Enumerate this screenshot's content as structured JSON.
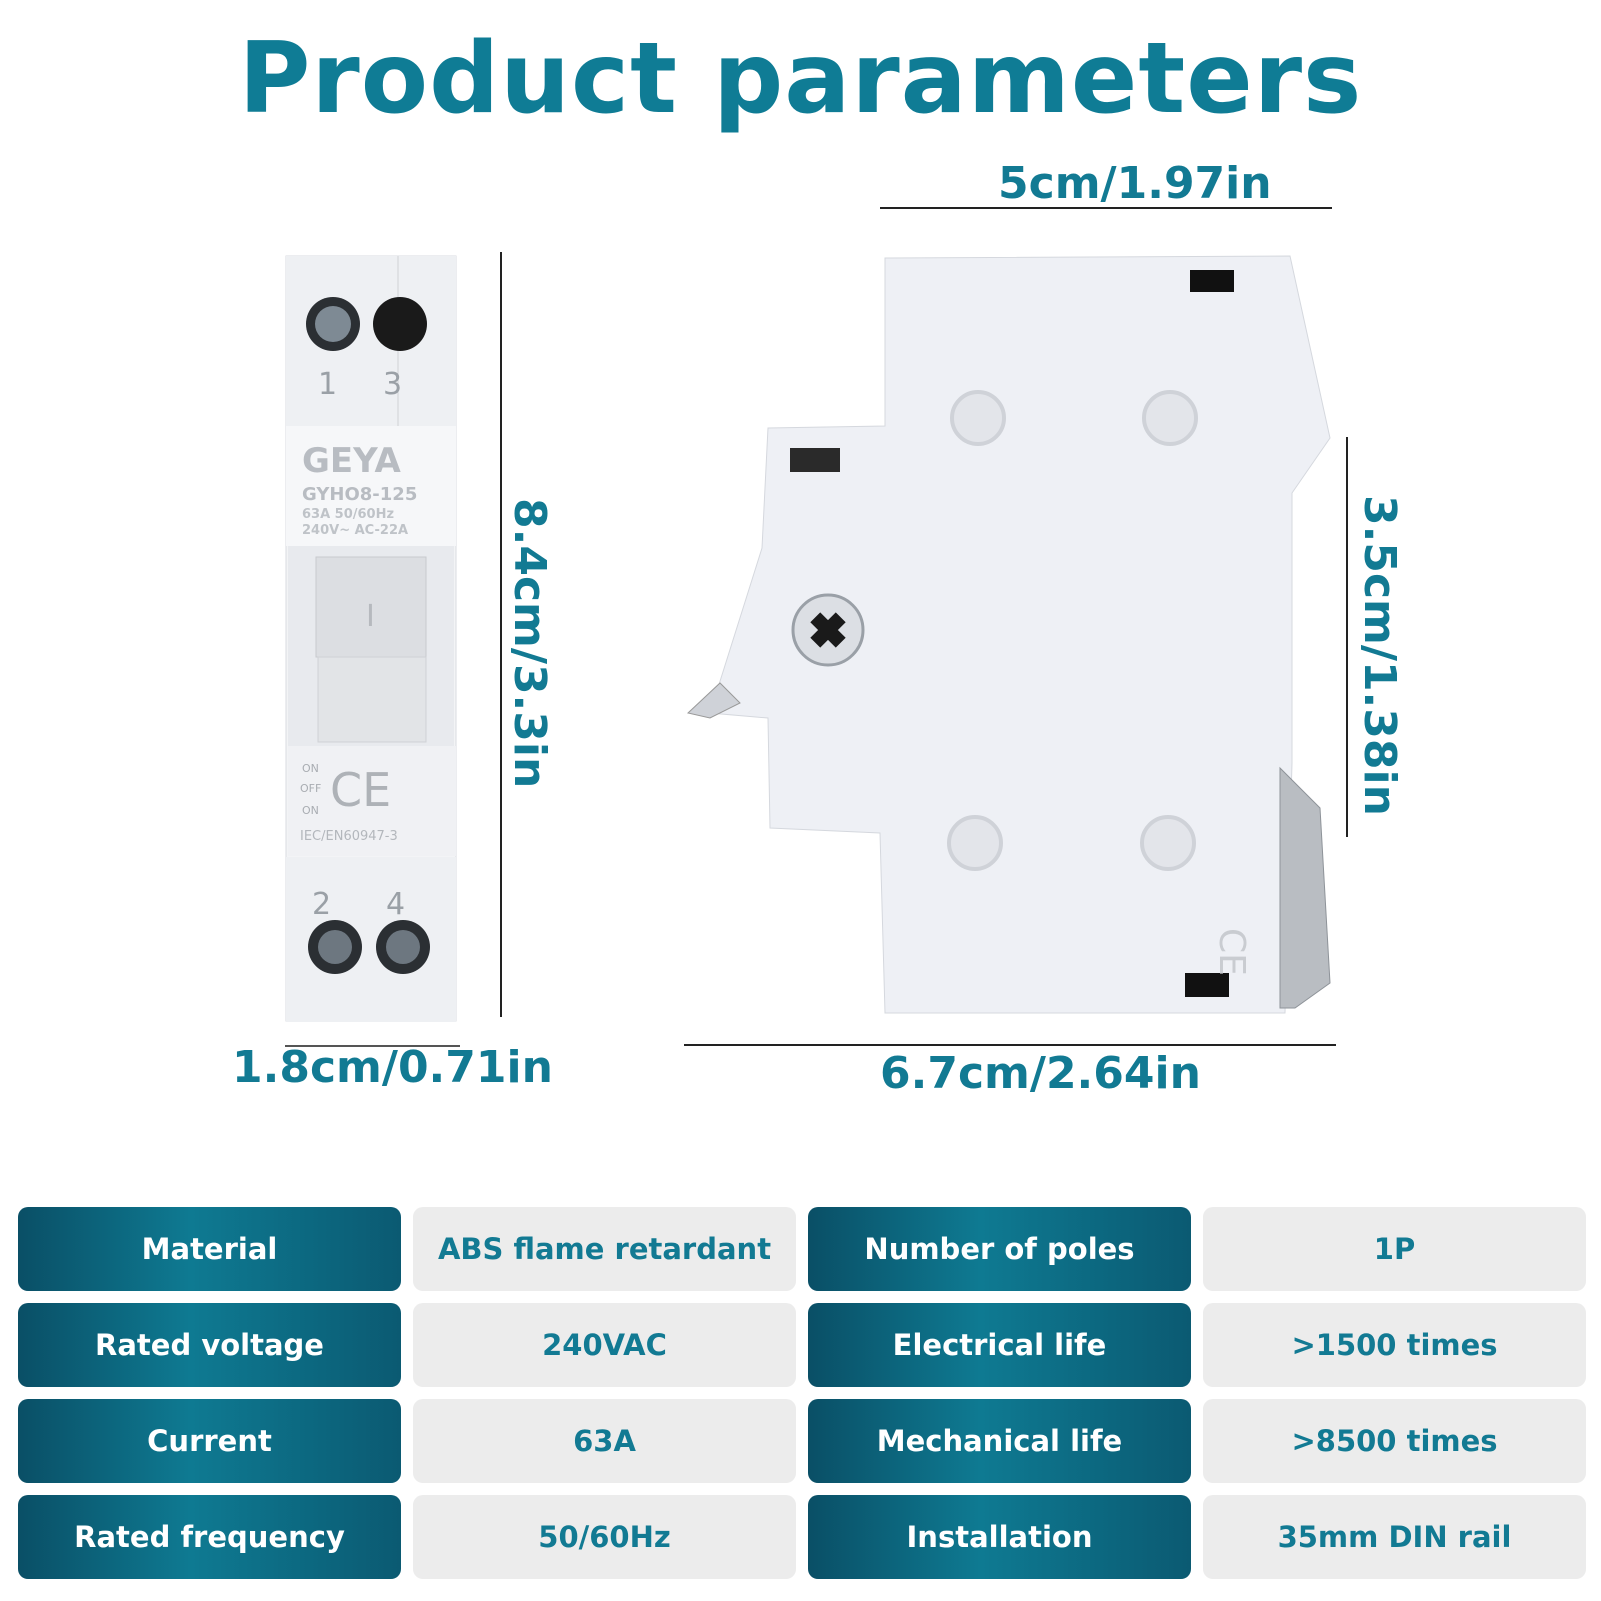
{
  "title": "Product parameters",
  "dimensions": {
    "front_height": "8.4cm/3.3in",
    "front_width": "1.8cm/0.71in",
    "side_top_width": "5cm/1.97in",
    "side_depth": "6.7cm/2.64in",
    "side_height": "3.5cm/1.38in"
  },
  "front_device": {
    "brand": "GEYA",
    "model": "GYHO8-125",
    "rating_line1": "63A  50/60Hz",
    "rating_line2": "240V~  AC-22A",
    "standard": "IEC/EN60947-3",
    "terminal_top_left": "1",
    "terminal_top_right": "3",
    "terminal_bottom_left": "2",
    "terminal_bottom_right": "4",
    "switch_mark": "I",
    "pos_on_top": "ON",
    "pos_off": "OFF",
    "pos_on_bottom": "ON",
    "ce_mark": "CE"
  },
  "specs": [
    {
      "label": "Material",
      "value": "ABS flame retardant",
      "label2": "Number of poles",
      "value2": "1P"
    },
    {
      "label": "Rated voltage",
      "value": "240VAC",
      "label2": "Electrical life",
      "value2": ">1500 times"
    },
    {
      "label": "Current",
      "value": "63A",
      "label2": "Mechanical life",
      "value2": ">8500 times"
    },
    {
      "label": "Rated frequency",
      "value": "50/60Hz",
      "label2": "Installation",
      "value2": "35mm DIN rail"
    }
  ],
  "colors": {
    "accent": "#127a93",
    "label_bg_dark": "#0a4f66",
    "value_bg": "#ececec"
  }
}
